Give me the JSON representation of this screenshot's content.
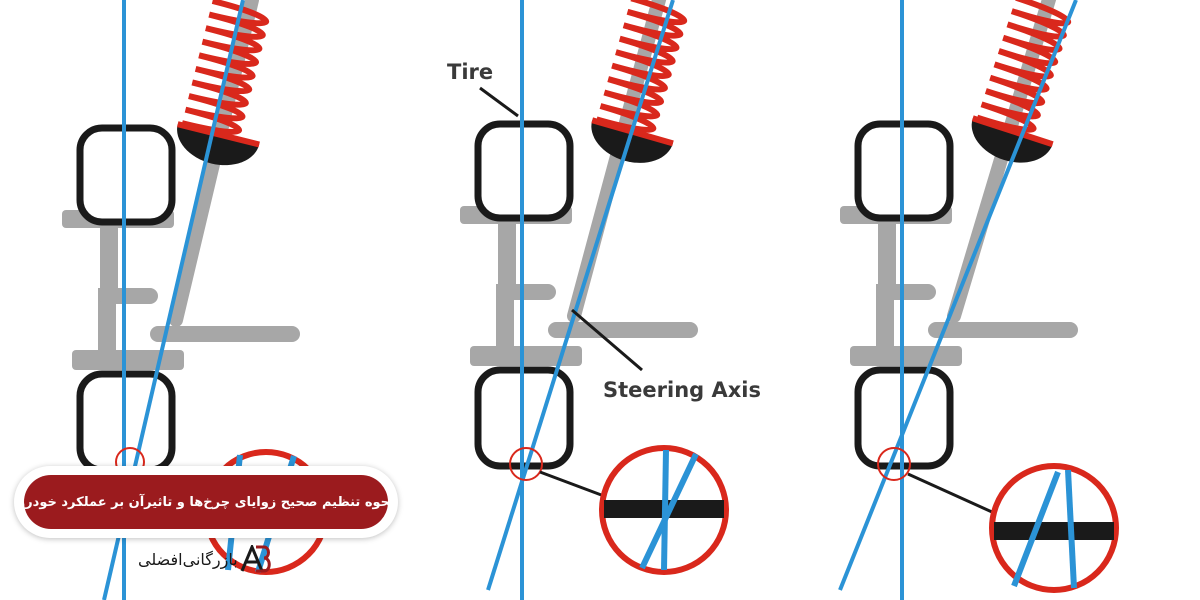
{
  "labels": {
    "tire": "Tire",
    "steering_axis": "Steering Axis"
  },
  "banner": {
    "title": "نحوه تنظیم صحیح زوایای چرخ‌ها و تاثیرآن بر عملکرد خودرو"
  },
  "brand": {
    "name": "بازرگانی‌افضلی",
    "logo_letters": "AB"
  },
  "colors": {
    "axis_blue": "#2b93d6",
    "spring_red": "#d9281c",
    "tire_black": "#1a1a1a",
    "frame_gray": "#a7a7a7",
    "banner_red": "#9b1b1e"
  }
}
